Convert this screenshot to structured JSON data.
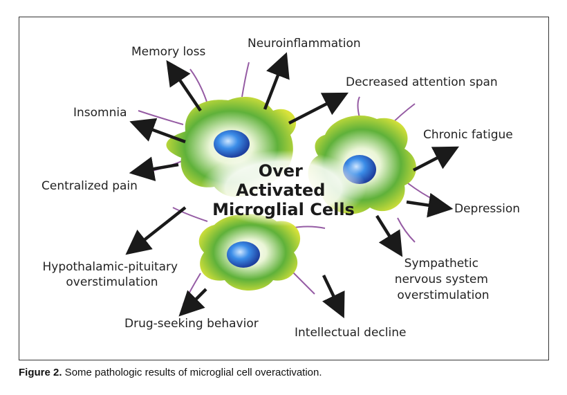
{
  "center_label": [
    "Over",
    "Activated",
    "Microglial Cells"
  ],
  "effects": {
    "memory_loss": "Memory loss",
    "neuroinflammation": "Neuroinflammation",
    "decreased_attention": "Decreased attention span",
    "insomnia": "Insomnia",
    "chronic_fatigue": "Chronic fatigue",
    "centralized_pain": "Centralized pain",
    "depression": "Depression",
    "hypothalamic": [
      "Hypothalamic-pituitary",
      "overstimulation"
    ],
    "sympathetic": [
      "Sympathetic",
      "nervous system",
      "overstimulation"
    ],
    "drug_seeking": "Drug-seeking behavior",
    "intellectual_decline": "Intellectual decline"
  },
  "caption": {
    "figure": "Figure 2.",
    "text": " Some pathologic results of microglial cell overactivation."
  },
  "colors": {
    "cell_green": "#5fb13a",
    "cell_yellow": "#d8e23a",
    "nucleus_blue": "#2f6fd6",
    "process_purple": "#8a4a9a",
    "arrow": "#1a1a1a"
  }
}
